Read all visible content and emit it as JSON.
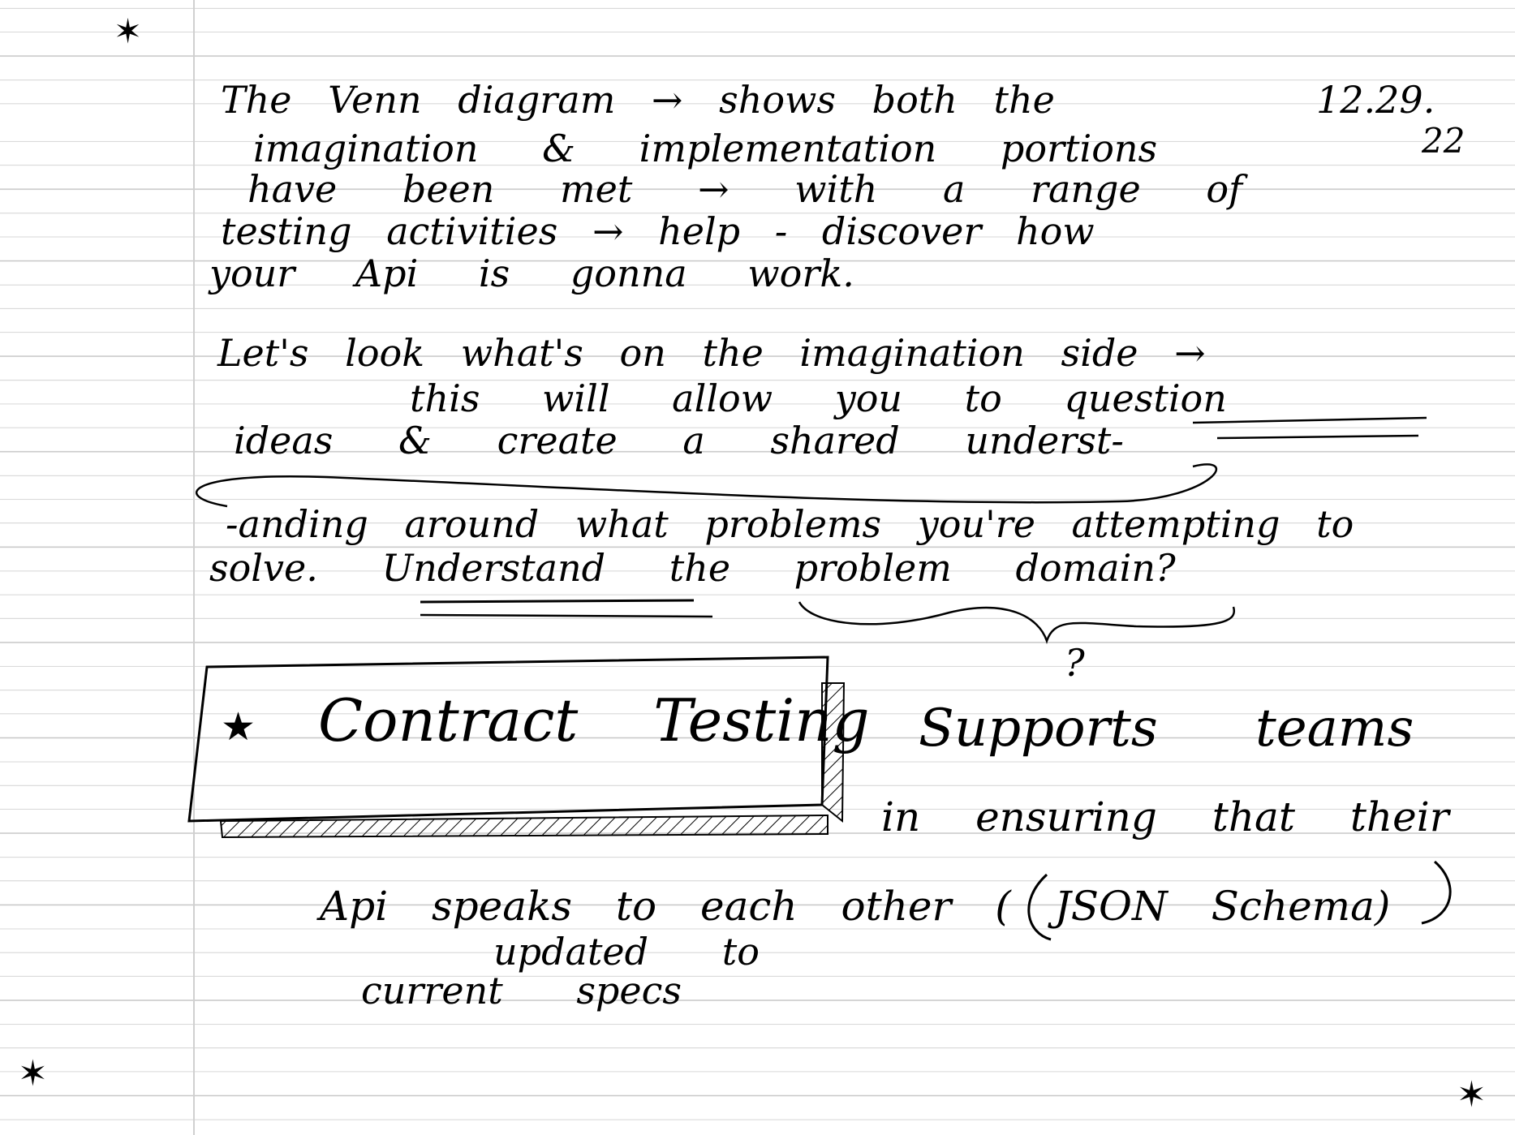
{
  "page": {
    "date_day_month": "12.29.",
    "date_year": "22",
    "paragraph1": [
      "The Venn diagram → shows both the",
      "imagination & implementation portions",
      "have been met → with a range of",
      "testing activities → help - discover how",
      "your Api is gonna work."
    ],
    "paragraph2": [
      "Let's look what's on the imagination side →",
      "this will allow you to question",
      "ideas & create a shared underst-",
      "-anding around what problems you're attempting to",
      "solve. Understand the problem domain?"
    ],
    "question_mark": "?",
    "box_label": "Contract Testing",
    "box_star": "★",
    "paragraph3": [
      "Supports teams",
      "in ensuring that their",
      "Api speaks to each other ( JSON Schema)",
      "updated to",
      "current specs"
    ],
    "corner_stars": [
      "✶",
      "✶",
      "✶"
    ]
  }
}
